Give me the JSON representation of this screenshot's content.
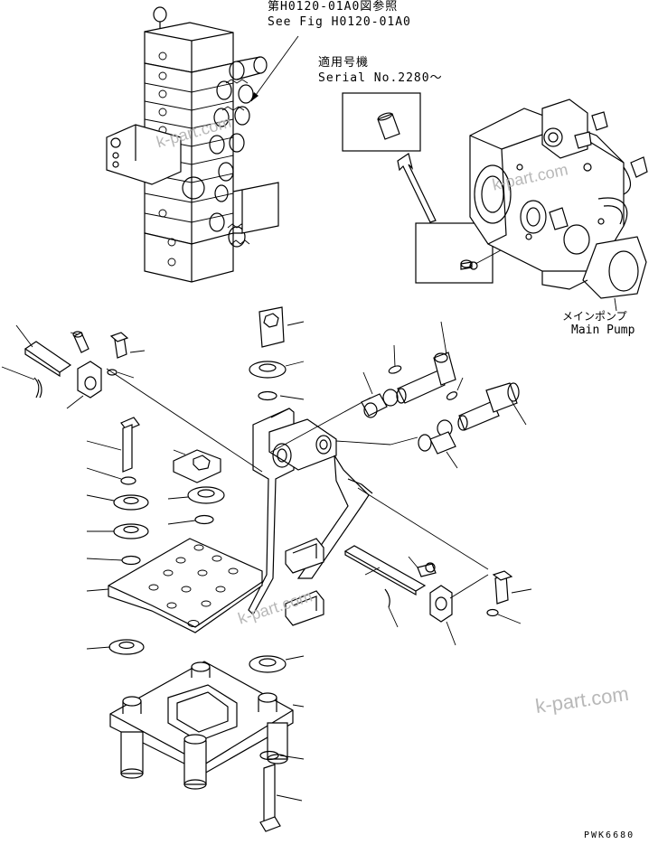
{
  "labels": {
    "ref_fig_jp": "第H0120-01A0図参照",
    "ref_fig_en": "See Fig H0120-01A0",
    "serial_jp": "適用号機",
    "serial_en": "Serial No.2280～",
    "pump_jp": "メインポンプ",
    "pump_en": "Main Pump"
  },
  "watermarks": [
    "k-part.com",
    "k-part.com",
    "k-part.com",
    "k-part.com"
  ],
  "drawing_code": "PWK6680",
  "icons": {
    "control_valve": "control-valve-icon",
    "main_pump": "main-pump-icon",
    "pin_detail": "pin-detail-icon",
    "bracket": "bracket-icon"
  },
  "colors": {
    "line": "#000000",
    "background": "#ffffff",
    "watermark": "#b8b8b8"
  }
}
